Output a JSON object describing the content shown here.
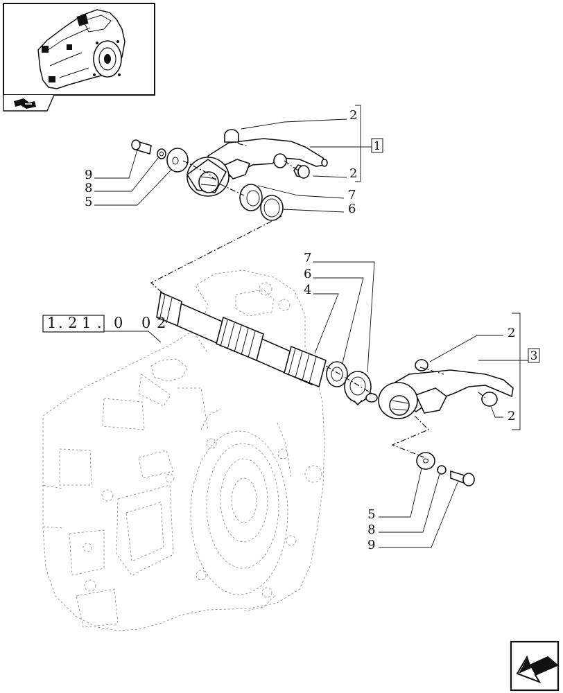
{
  "thumbnail": {
    "icon": "transmission-housing-thumbnail",
    "nav_icon": "next-group-icon"
  },
  "reference": {
    "text": "1.21.0 02",
    "chars": [
      "1",
      ".",
      "2",
      "1",
      ".",
      "0",
      "0",
      "2"
    ]
  },
  "groups": [
    {
      "label": "1"
    },
    {
      "label": "3"
    }
  ],
  "upper_callouts": [
    {
      "text": "2"
    },
    {
      "text": "2"
    },
    {
      "text": "9"
    },
    {
      "text": "8"
    },
    {
      "text": "5"
    },
    {
      "text": "7"
    },
    {
      "text": "6"
    }
  ],
  "middle_callouts": [
    {
      "text": "7"
    },
    {
      "text": "6"
    },
    {
      "text": "4"
    },
    {
      "text": "2"
    },
    {
      "text": "2"
    }
  ],
  "lower_callouts": [
    {
      "text": "5"
    },
    {
      "text": "8"
    },
    {
      "text": "9"
    }
  ],
  "footer": {
    "nav_icon": "arrow-back-icon"
  }
}
